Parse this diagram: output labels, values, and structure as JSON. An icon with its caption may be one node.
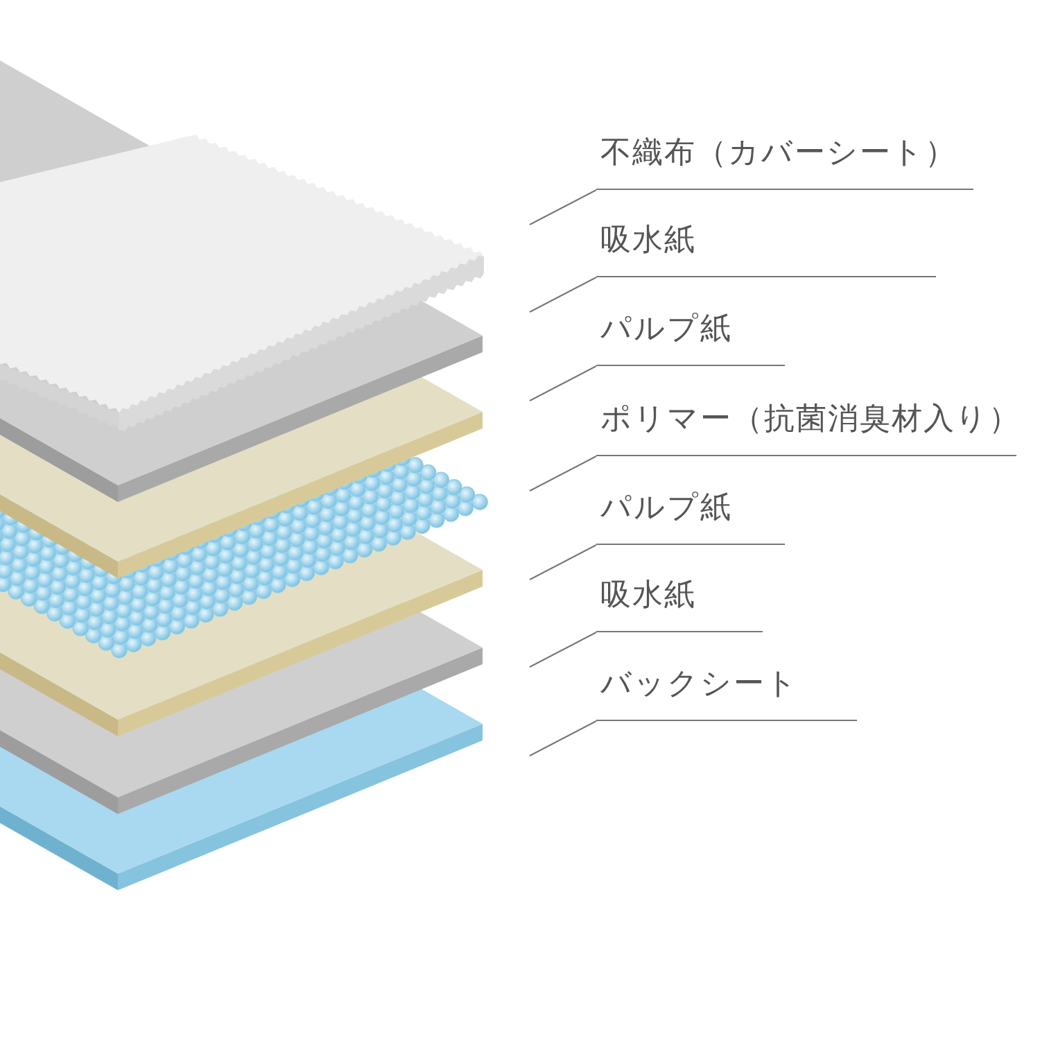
{
  "diagram": {
    "nodes": [
      {
        "text": [
          "不織布（カバーシート）"
        ]
      },
      {
        "text": [
          "吸水紙"
        ]
      },
      {
        "text": [
          "パルプ紙"
        ]
      },
      {
        "text": [
          "ポリマー（抗菌消臭材入り）"
        ]
      },
      {
        "text": [
          "パルプ紙"
        ]
      },
      {
        "text": [
          "吸水紙"
        ]
      },
      {
        "text": [
          "バックシート"
        ]
      }
    ],
    "edges": [
      {
        "from": 0,
        "to": null,
        "arrow": "none"
      },
      {
        "from": 1,
        "to": null,
        "arrow": "none"
      },
      {
        "from": 2,
        "to": null,
        "arrow": "none"
      },
      {
        "from": 3,
        "to": null,
        "arrow": "none"
      },
      {
        "from": 4,
        "to": null,
        "arrow": "none"
      },
      {
        "from": 5,
        "to": null,
        "arrow": "none"
      },
      {
        "from": 6,
        "to": null,
        "arrow": "none"
      }
    ]
  }
}
